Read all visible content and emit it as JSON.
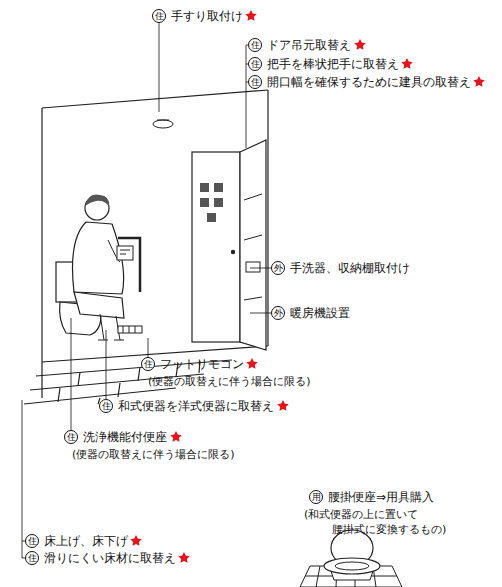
{
  "diagram": {
    "nodes": [
      {
        "text": [
          "住"
        ]
      },
      {
        "text": [
          "住"
        ]
      },
      {
        "text": [
          "住"
        ]
      },
      {
        "text": [
          "住"
        ]
      },
      {
        "text": [
          "外"
        ]
      },
      {
        "text": [
          "外"
        ]
      },
      {
        "text": [
          "住"
        ]
      },
      {
        "text": [
          "住"
        ]
      },
      {
        "text": [
          "住"
        ]
      },
      {
        "text": [
          "用"
        ]
      },
      {
        "text": [
          "住"
        ]
      },
      {
        "text": [
          "住"
        ]
      }
    ],
    "labels": [
      "手すり取付け",
      "ドア吊元取替え",
      "把手を棒状把手に取替え",
      "開口幅を確保するために建具の取替え",
      "手洗器、収納棚取付け",
      "暖房機設置",
      "フットリモコン",
      "(便器の取替えに伴う場合に限る)",
      "和式便器を洋式便器に取替え",
      "洗浄機能付便座",
      "(便器の取替えに伴う場合に限る)",
      "腰掛便座⇒用具購入",
      "(和式便器の上に置いて 腰掛式に変換するもの)",
      "床上げ、床下げ",
      "滑りにくい床材に取替え"
    ]
  }
}
